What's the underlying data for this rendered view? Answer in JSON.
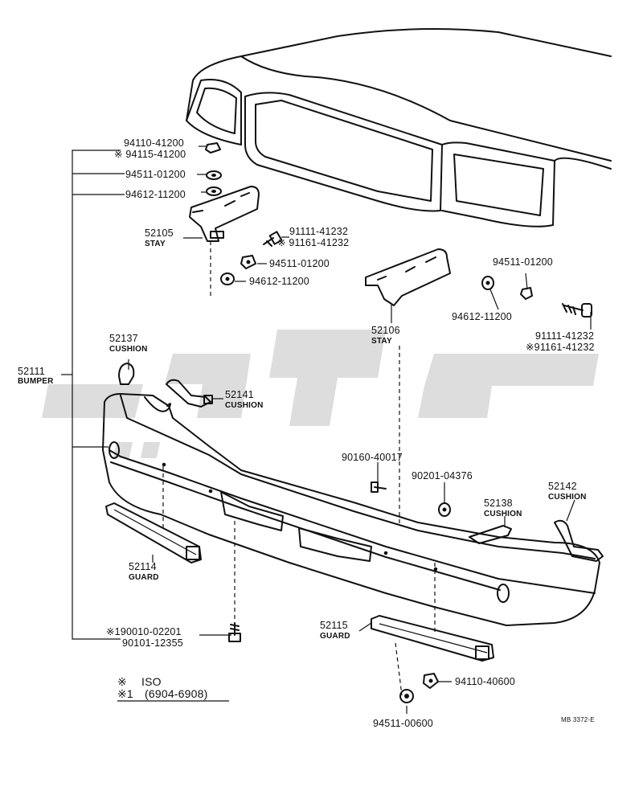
{
  "parts": [
    {
      "id": "p1",
      "lines": [
        "94110-41200",
        "※ 94115-41200"
      ]
    },
    {
      "id": "p2",
      "lines": [
        "94511-01200"
      ]
    },
    {
      "id": "p3",
      "lines": [
        "94612-11200"
      ]
    },
    {
      "id": "p4",
      "lines": [
        "52105",
        "STAY"
      ]
    },
    {
      "id": "p5",
      "lines": [
        "91111-41232",
        "※ 91161-41232"
      ]
    },
    {
      "id": "p6",
      "lines": [
        "94511-01200"
      ]
    },
    {
      "id": "p7",
      "lines": [
        "94612-11200"
      ]
    },
    {
      "id": "p8",
      "lines": [
        "94511-01200"
      ]
    },
    {
      "id": "p9",
      "lines": [
        "94612-11200"
      ]
    },
    {
      "id": "p10",
      "lines": [
        "52106",
        "STAY"
      ]
    },
    {
      "id": "p11",
      "lines": [
        "91111-41232",
        "※91161-41232"
      ]
    },
    {
      "id": "p12",
      "lines": [
        "52137",
        "CUSHION"
      ]
    },
    {
      "id": "p13",
      "lines": [
        "52111",
        "BUMPER"
      ]
    },
    {
      "id": "p14",
      "lines": [
        "52141",
        "CUSHION"
      ]
    },
    {
      "id": "p15",
      "lines": [
        "90160-40017"
      ]
    },
    {
      "id": "p16",
      "lines": [
        "90201-04376"
      ]
    },
    {
      "id": "p17",
      "lines": [
        "52142",
        "CUSHION"
      ]
    },
    {
      "id": "p18",
      "lines": [
        "52138",
        "CUSHION"
      ]
    },
    {
      "id": "p19",
      "lines": [
        "52114",
        "GUARD"
      ]
    },
    {
      "id": "p20",
      "lines": [
        "※190010-02201",
        "90101-12355"
      ]
    },
    {
      "id": "p21",
      "lines": [
        "52115",
        "GUARD"
      ]
    },
    {
      "id": "p22",
      "lines": [
        "94110-40600"
      ]
    },
    {
      "id": "p23",
      "lines": [
        "94511-00600"
      ]
    }
  ],
  "legend": {
    "iso_mark": "※",
    "iso_text": "ISO",
    "range_mark": "※1",
    "range_text": "(6904-6908)"
  },
  "figure_code": "MB 3372-E",
  "colors": {
    "ink": "#111111",
    "watermark": "#d7d7d7",
    "background": "#ffffff"
  }
}
